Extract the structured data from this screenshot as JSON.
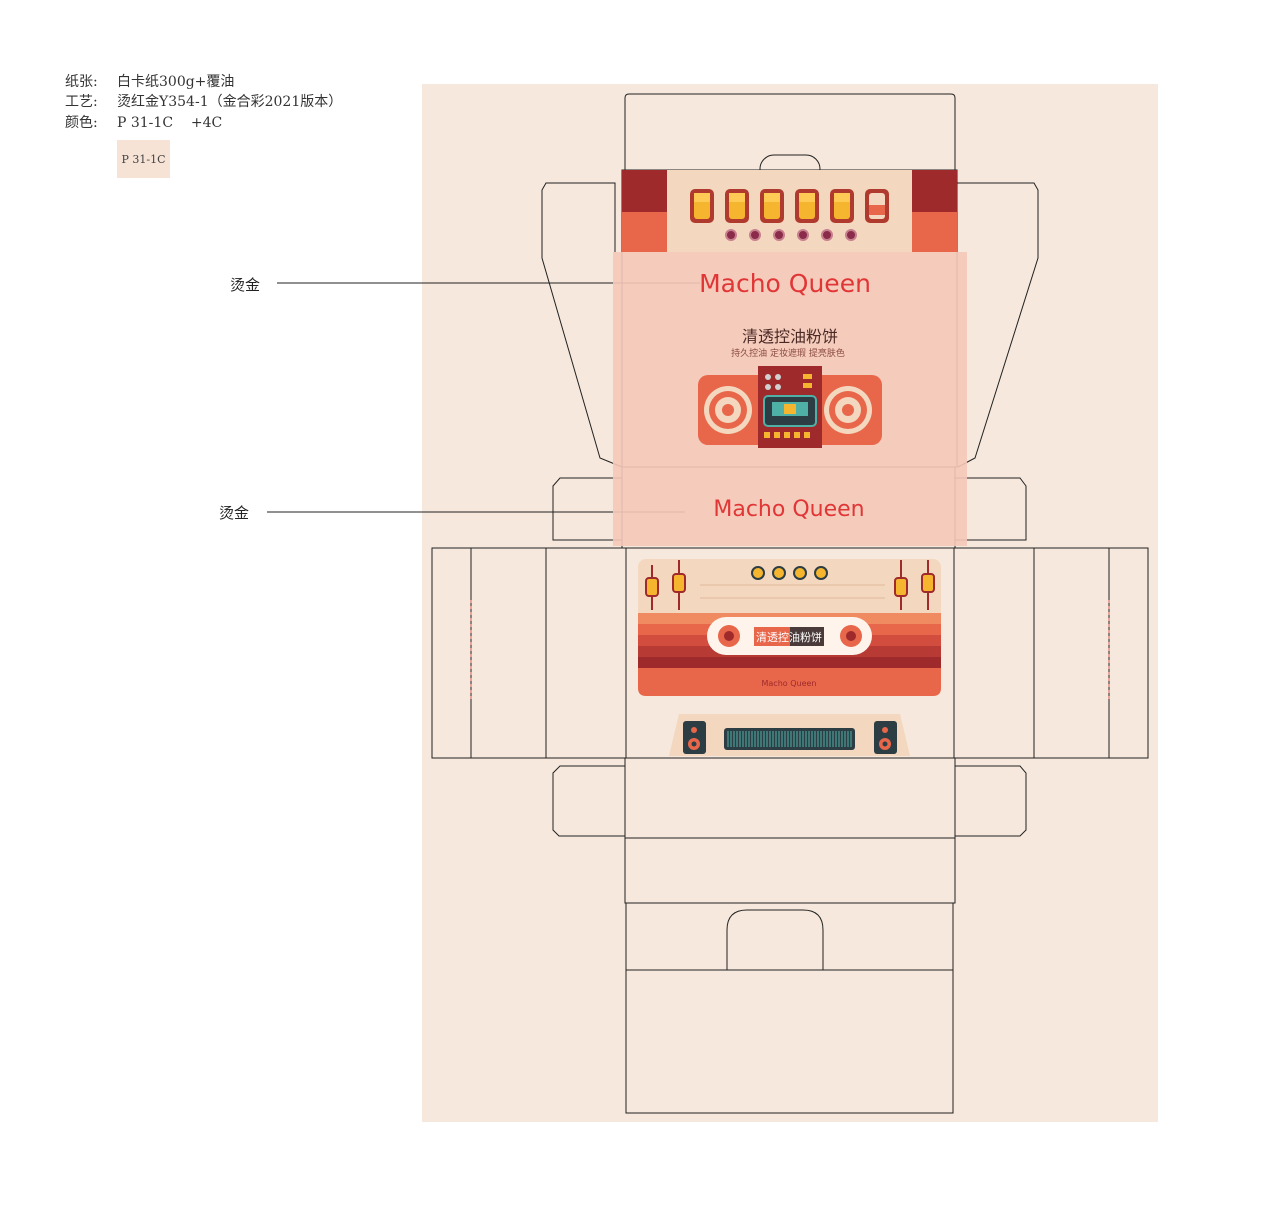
{
  "specs": {
    "paper_label": "纸张:",
    "paper_value": "白卡纸300g+覆油",
    "process_label": "工艺:",
    "process_value": "烫红金Y354-1（金合彩2021版本）",
    "color_label": "颜色:",
    "color_value": "P 31-1C    +4C",
    "swatch_label": "P 31-1C"
  },
  "callouts": {
    "top": "烫金",
    "middle": "烫金"
  },
  "panel_top": {
    "brand": "Macho Queen",
    "product_name": "清透控油粉饼",
    "tagline": "持久控油  定妆遮瑕  提亮肤色"
  },
  "panel_spine": {
    "brand": "Macho Queen"
  },
  "panel_front": {
    "label": "清透控油粉饼",
    "brand": "Macho Queen"
  },
  "colors": {
    "background_sheet": "#f6e8dc",
    "pink_panel": "#f5c8b8",
    "brand_red": "#e03636",
    "dark_red": "#9e2a2b",
    "orange": "#e8674b",
    "gold": "#f5b52e",
    "cream": "#f3d7be"
  }
}
